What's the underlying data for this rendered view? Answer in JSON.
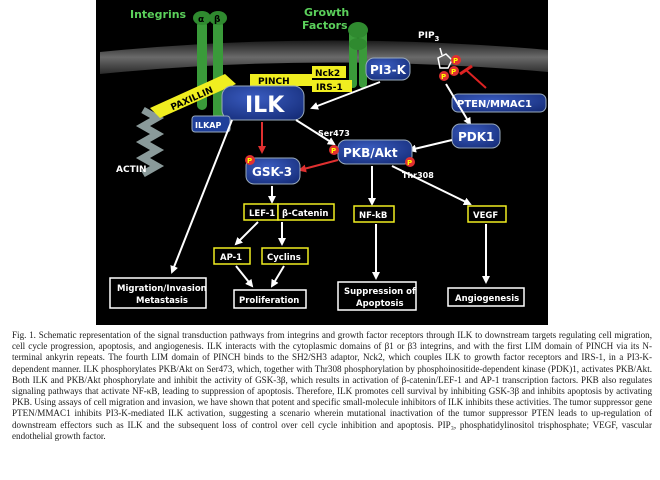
{
  "figure": {
    "integrins": "Integrins",
    "alpha": "α",
    "beta": "β",
    "growth_factors_line1": "Growth",
    "growth_factors_line2": "Factors",
    "pip3": "PIP",
    "pip3_sub": "3",
    "pinch": "PINCH",
    "nck2": "Nck2",
    "irs1": "IRS-1",
    "pi3k": "PI3-K",
    "paxillin": "PAXILLIN",
    "ilk": "ILK",
    "pten": "PTEN/MMAC1",
    "ilkap": "ILKAP",
    "pdk1": "PDK1",
    "ser473": "Ser473",
    "pkb": "PKB/Akt",
    "thr308": "Thr308",
    "p": "P",
    "actin": "ACTIN",
    "gsk3": "GSK-3",
    "lef1": "LEF-1",
    "beta_catenin": "β-Catenin",
    "nfkb": "NF-kB",
    "vegf": "VEGF",
    "ap1": "AP-1",
    "cyclins": "Cyclins",
    "migration_line1": "Migration/Invasion",
    "migration_line2": "Metastasis",
    "proliferation": "Proliferation",
    "suppression_line1": "Suppression of",
    "suppression_line2": "Apoptosis",
    "angiogenesis": "Angiogenesis"
  },
  "caption": {
    "text": "Fig. 1. Schematic representation of the signal transduction pathways from integrins and growth factor receptors through ILK to downstream targets regulating cell migration, cell cycle progression, apoptosis, and angiogenesis. ILK interacts with the cytoplasmic domains of β1 or β3 integrins, and with the first LIM domain of PINCH via its N-terminal ankyrin repeats. The fourth LIM domain of PINCH binds to the SH2/SH3 adaptor, Nck2, which couples ILK to growth factor receptors and IRS-1, in a PI3-K-dependent manner. ILK phosphorylates PKB/Akt on Ser473, which, together with Thr308 phosphorylation by phosphoinositide-dependent kinase (PDK)1, activates PKB/Akt. Both ILK and PKB/Akt phosphorylate and inhibit the activity of GSK-3β, which results in activation of β-catenin/LEF-1 and AP-1 transcription factors. PKB also regulates signaling pathways that activate NF-κB, leading to suppression of apoptosis. Therefore, ILK promotes cell survival by inhibiting GSK-3β and inhibits apoptosis by activating PKB. Using assays of cell migration and invasion, we have shown that potent and specific small-molecule inhibitors of ILK inhibits these activities. The tumor suppressor gene PTEN/MMAC1 inhibits PI3-K-mediated ILK activation, suggesting a scenario wherein mutational inactivation of the tumor suppressor PTEN leads to up-regulation of downstream effectors such as ILK and the subsequent loss of control over cell cycle inhibition and apoptosis. PIP₃, phosphatidylinositol trisphosphate; VEGF, vascular endothelial growth factor."
  },
  "colors": {
    "background": "#000000",
    "membrane": "#5a5a5a",
    "receptor_green": "#3a9a3a",
    "node_blue": "#1f3f9a",
    "yellow_bar": "#f0ee20",
    "phospho_red": "#e03030",
    "inhibit_red": "#dd2222"
  }
}
